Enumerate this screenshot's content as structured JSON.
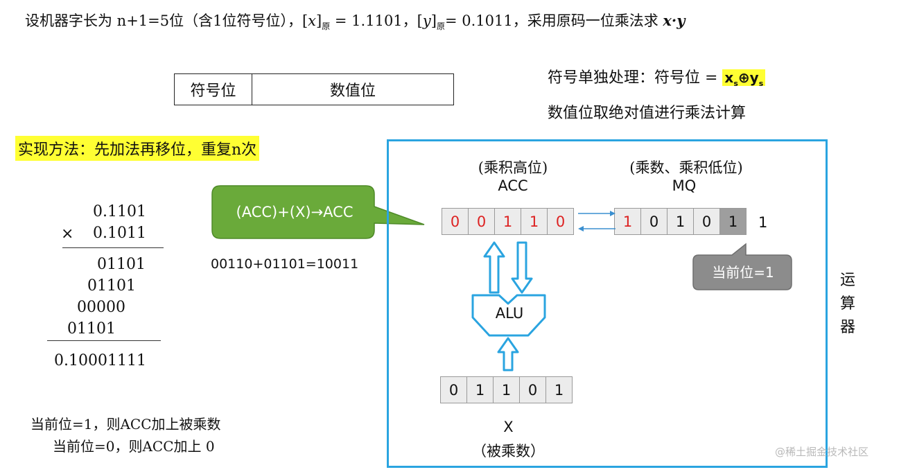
{
  "title": {
    "part1": "设机器字长为 n+1=5位（含1位符号位），[",
    "x_var": "x",
    "x_close": "]",
    "sub_yuan1": "原",
    "x_value": " = 1.1101，[",
    "y_var": "y",
    "y_close": "]",
    "sub_yuan2": "原",
    "y_value": "= 0.1011，采用原码一位乘法求 ",
    "product": "x·y"
  },
  "format_box": {
    "sign_bit": "符号位",
    "value_bits": "数值位"
  },
  "sign_rule": {
    "text": "符号单独处理：符号位 = ",
    "x": "x",
    "x_sub": "s",
    "xor": "⊕",
    "y": "y",
    "y_sub": "s"
  },
  "abs_rule": "数值位取绝对值进行乘法计算",
  "method": "实现方法：先加法再移位，重复n次",
  "manual_calc": {
    "multiplicand": "0.1101",
    "times_sign": "×",
    "multiplier": "0.1011",
    "partials": [
      "01101",
      "01101",
      "00000",
      "01101"
    ],
    "result": "0.10001111"
  },
  "bubble": {
    "text": "(ACC)+(X)→ACC",
    "color": "#6aaa3a"
  },
  "sum_equation": "00110+01101=10011",
  "acc": {
    "title": "(乘积高位)",
    "name": "ACC",
    "bits": [
      "0",
      "0",
      "1",
      "1",
      "0"
    ]
  },
  "mq": {
    "title": "(乘数、乘积低位)",
    "name": "MQ",
    "bits": [
      "1",
      "0",
      "1",
      "0",
      "1"
    ],
    "shifted_out": "1"
  },
  "alu_label": "ALU",
  "x_reg": {
    "bits": [
      "0",
      "1",
      "1",
      "0",
      "1"
    ],
    "name": "X",
    "desc": "（被乘数）"
  },
  "current_bit_callout": {
    "text": "当前位=1",
    "color": "#8c8c8c"
  },
  "unit_label": [
    "运",
    "算",
    "器"
  ],
  "rules": [
    "当前位=1，则ACC加上被乘数",
    "当前位=0，则ACC加上 0"
  ],
  "watermark": "@稀土掘金技术社区",
  "colors": {
    "frame": "#2aa4e0",
    "highlight": "#ffff33",
    "red_bit": "#dd2222"
  }
}
